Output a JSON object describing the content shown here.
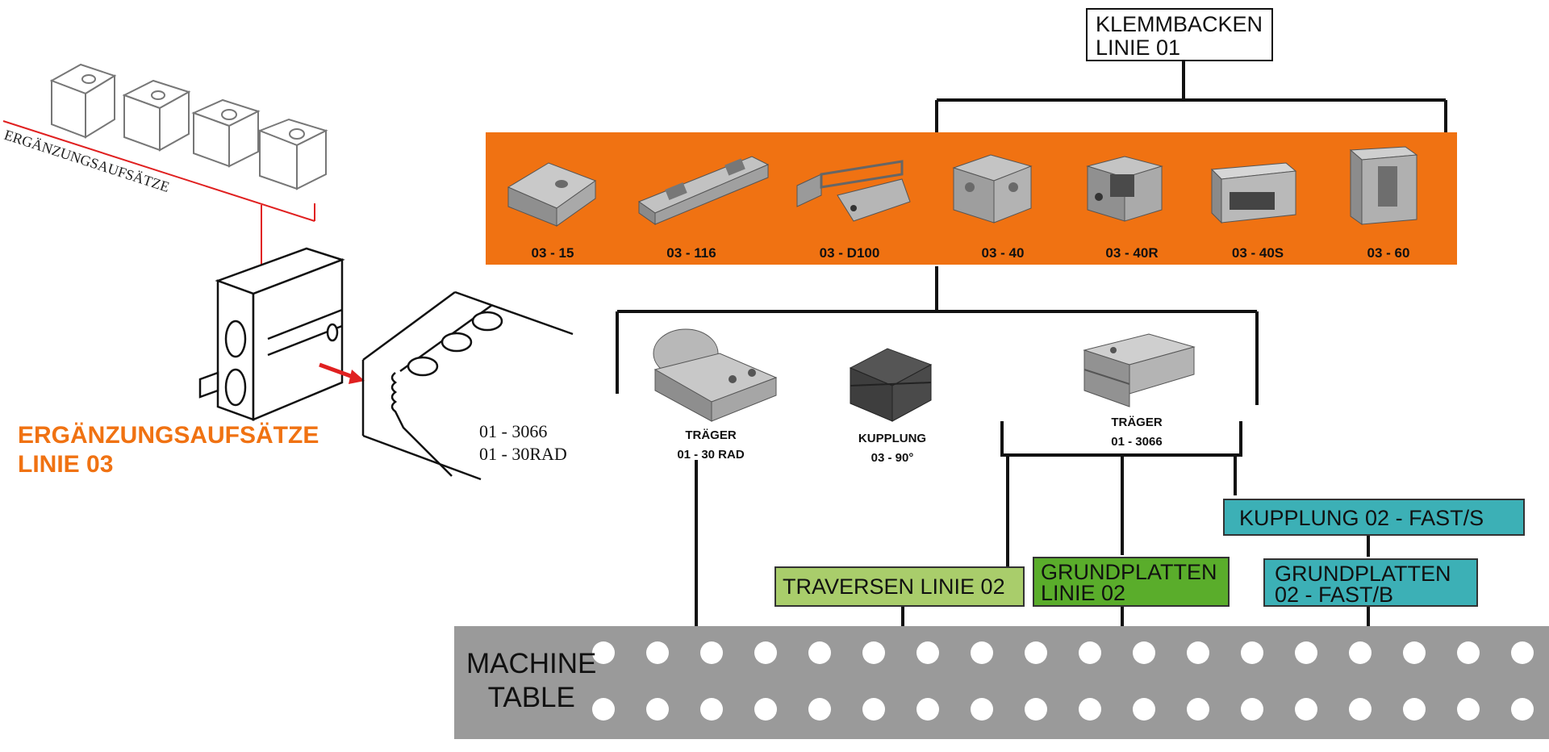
{
  "title_box": {
    "line1": "KLEMMBACKEN",
    "line2": "LINIE 01"
  },
  "line03_products": [
    {
      "label": "03 - 15",
      "icon": "jaw-block-icon"
    },
    {
      "label": "03 - 116",
      "icon": "vise-icon"
    },
    {
      "label": "03 - D100",
      "icon": "frame-jaw-icon"
    },
    {
      "label": "03 - 40",
      "icon": "block-jaw-icon"
    },
    {
      "label": "03 - 40R",
      "icon": "block-jaw-r-icon"
    },
    {
      "label": "03 - 40S",
      "icon": "block-jaw-s-icon"
    },
    {
      "label": "03 - 60",
      "icon": "tall-jaw-icon"
    }
  ],
  "middle_items": [
    {
      "line1": "TRÄGER",
      "line2": "01 - 30 RAD"
    },
    {
      "line1": "KUPPLUNG",
      "line2": "03 - 90°"
    },
    {
      "line1": "TRÄGER",
      "line2": "01 - 3066"
    }
  ],
  "line02_tags": {
    "traversen": "TRAVERSEN LINIE 02",
    "grundplatten_line1": "GRUNDPLATTEN",
    "grundplatten_line2": "LINIE 02",
    "kupplung_fast": "KUPPLUNG 02 - FAST/S",
    "grundplatten_fast_line1": "GRUNDPLATTEN",
    "grundplatten_fast_line2": "02 - FAST/B"
  },
  "machine_table": {
    "line1": "MACHINE",
    "line2": "TABLE"
  },
  "sketch": {
    "arc_label": "ERGÄNZUNGSAUFSÄTZE",
    "part_line1": "01 - 3066",
    "part_line2": "01 - 30RAD"
  },
  "orange_title": {
    "line1": "ERGÄNZUNGSAUFSÄTZE",
    "line2": "LINIE 03"
  },
  "colors": {
    "orange": "#f07212",
    "light_green": "#a9cd6b",
    "green": "#5aad2b",
    "teal": "#3cb0b6",
    "table_gray": "#9a9a9a",
    "red_arrow": "#e02020"
  }
}
